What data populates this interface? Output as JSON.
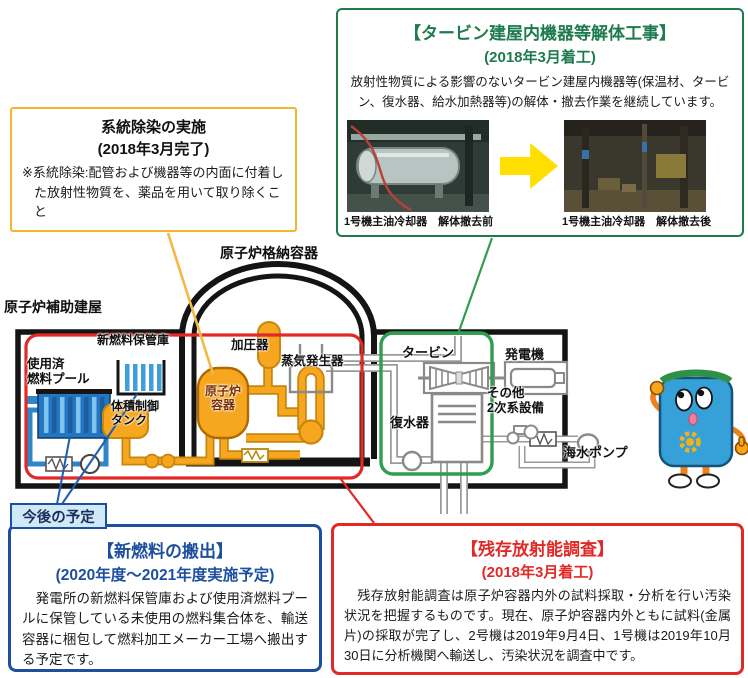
{
  "turbine_box": {
    "title": "【タービン建屋内機器等解体工事】",
    "subtitle": "(2018年3月着工)",
    "body": "放射性物質による影響のないタービン建屋内機器等(保温材、タービン、復水器、給水加熱器等)の解体・撤去作業を継続しています。",
    "before_caption": "1号機主油冷却器　解体撤去前",
    "after_caption": "1号機主油冷却器　解体撤去後"
  },
  "decon_box": {
    "title": "系統除染の実施",
    "subtitle": "(2018年3月完了)",
    "body": "※系統除染:配管および機器等の内面に付着した放射性物質を、薬品を用いて取り除くこと"
  },
  "future_tab": {
    "label": "今後の予定"
  },
  "newfuel_box": {
    "title": "【新燃料の搬出】",
    "subtitle": "(2020年度～2021年度実施予定)",
    "body": "　発電所の新燃料保管庫および使用済燃料プールに保管している未使用の燃料集合体を、輸送容器に梱包して燃料加工メーカー工場へ搬出する予定です。"
  },
  "residual_box": {
    "title": "【残存放射能調査】",
    "subtitle": "(2018年3月着工)",
    "body": "　残存放射能調査は原子炉容器内外の試料採取・分析を行い汚染状況を把握するものです。現在、原子炉容器内外ともに試料(金属片)の採取が完了し、2号機は2019年9月4日、1号機は2019年10月30日に分析機関へ輸送し、汚染状況を調査中です。"
  },
  "diagram": {
    "containment_label": "原子炉格納容器",
    "aux_building_label": "原子炉補助建屋",
    "new_fuel_storage_label": "新燃料保管庫",
    "spent_fuel_pool_label": "使用済\n燃料プール",
    "volume_control_tank_label": "体積制御\nタンク",
    "pressurizer_label": "加圧器",
    "reactor_vessel_label": "原子炉\n容器",
    "steam_generator_label": "蒸気発生器",
    "turbine_label": "タービン",
    "generator_label": "発電機",
    "condenser_label": "復水器",
    "other_secondary_label": "その他\n2次系設備",
    "seawater_pump_label": "海水ポンプ",
    "colors": {
      "green_accent": "#1d7b4d",
      "yellow_accent": "#f3b52e",
      "blue_accent": "#1d4f9e",
      "red_accent": "#e12a28",
      "primary_orange": "#f6a71f",
      "pool_blue": "#2476c2",
      "arrow_yellow": "#ffdf00"
    }
  }
}
